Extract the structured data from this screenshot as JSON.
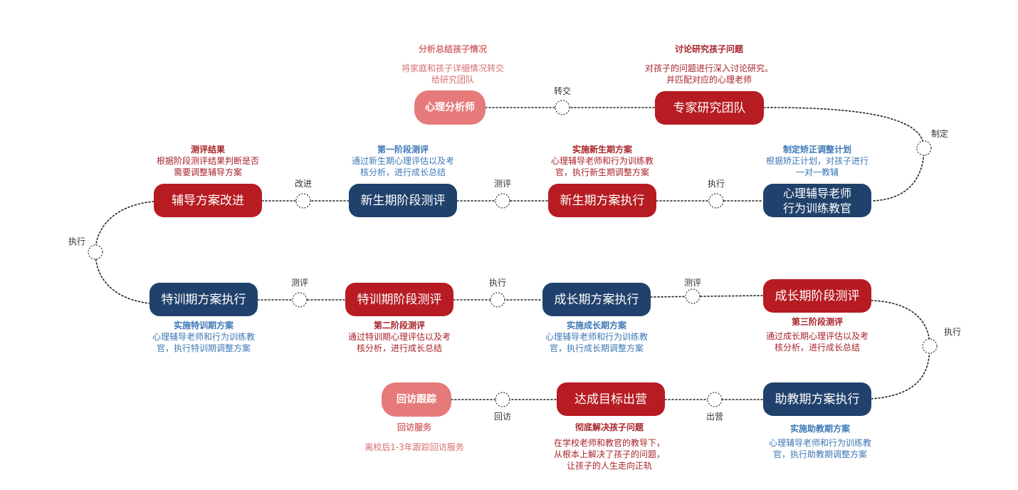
{
  "nodes": {
    "psych_analyst": "心理分析师",
    "expert_team": "专家研究团队",
    "counselor_instructor": [
      "心理辅导老师",
      "行为训练教官"
    ],
    "new_exec": "新生期方案执行",
    "new_eval": "新生期阶段测评",
    "plan_improve": "辅导方案改进",
    "special_exec": "特训期方案执行",
    "special_eval": "特训期阶段测评",
    "growth_exec": "成长期方案执行",
    "growth_eval": "成长期阶段测评",
    "assist_exec": "助教期方案执行",
    "graduate": "达成目标出营",
    "follow_up": "回访跟踪"
  },
  "connectors": {
    "transfer": "转交",
    "formulate": "制定",
    "execute": "执行",
    "evaluate": "测评",
    "improve": "改进",
    "follow_up": "回访",
    "graduate": "出营"
  },
  "annotations": {
    "analyst": {
      "title": "分析总结孩子情况",
      "lines": [
        "将家庭和孩子详细情况转交",
        "给研究团队"
      ]
    },
    "expert": {
      "title": "讨论研究孩子问题",
      "lines": [
        "对孩子的问题进行深入讨论研究。",
        "并匹配对应的心理老师"
      ]
    },
    "result": {
      "title": "测评结果",
      "lines": [
        "根据阶段测评结果判断是否",
        "需要调整辅导方案"
      ]
    },
    "stage1": {
      "title": "第一阶段测评",
      "lines": [
        "通过新生期心理评估以及考",
        "核分析，进行成长总结"
      ]
    },
    "new_plan": {
      "title": "实施新生期方案",
      "lines": [
        "心理辅导老师和行为训练教",
        "官，执行新生期调整方案"
      ]
    },
    "correction": {
      "title": "制定矫正调整计划",
      "lines": [
        "根据矫正计划，对孩子进行",
        "一对一教辅"
      ]
    },
    "special_plan": {
      "title": "实施特训期方案",
      "lines": [
        "心理辅导老师和行为训练教",
        "官，执行特训期调整方案"
      ]
    },
    "stage2": {
      "title": "第二阶段测评",
      "lines": [
        "通过特训期心理评估以及考",
        "核分析，进行成长总结"
      ]
    },
    "growth_plan": {
      "title": "实施成长期方案",
      "lines": [
        "心理辅导老师和行为训练教",
        "官，执行成长期调整方案"
      ]
    },
    "stage3": {
      "title": "第三阶段测评",
      "lines": [
        "通过成长期心理评估以及考",
        "核分析，进行成长总结"
      ]
    },
    "follow": {
      "title": "回访服务",
      "lines": [
        "离校后1-3年跟踪回访服务"
      ]
    },
    "solve": {
      "title": "彻底解决孩子问题",
      "lines": [
        "在学校老师和教官的教导下，",
        "从根本上解决了孩子的问题，",
        "让孩子的人生走向正轨"
      ]
    },
    "assist_plan": {
      "title": "实施助教期方案",
      "lines": [
        "心理辅导老师和行为训练教",
        "官，执行助教期调整方案"
      ]
    }
  },
  "colors": {
    "red": "#b71c23",
    "navy": "#20416b",
    "pink": "#e67a7a",
    "text_red": "#a8232a",
    "text_blue": "#3c78b5",
    "text_pink": "#d56f72"
  }
}
